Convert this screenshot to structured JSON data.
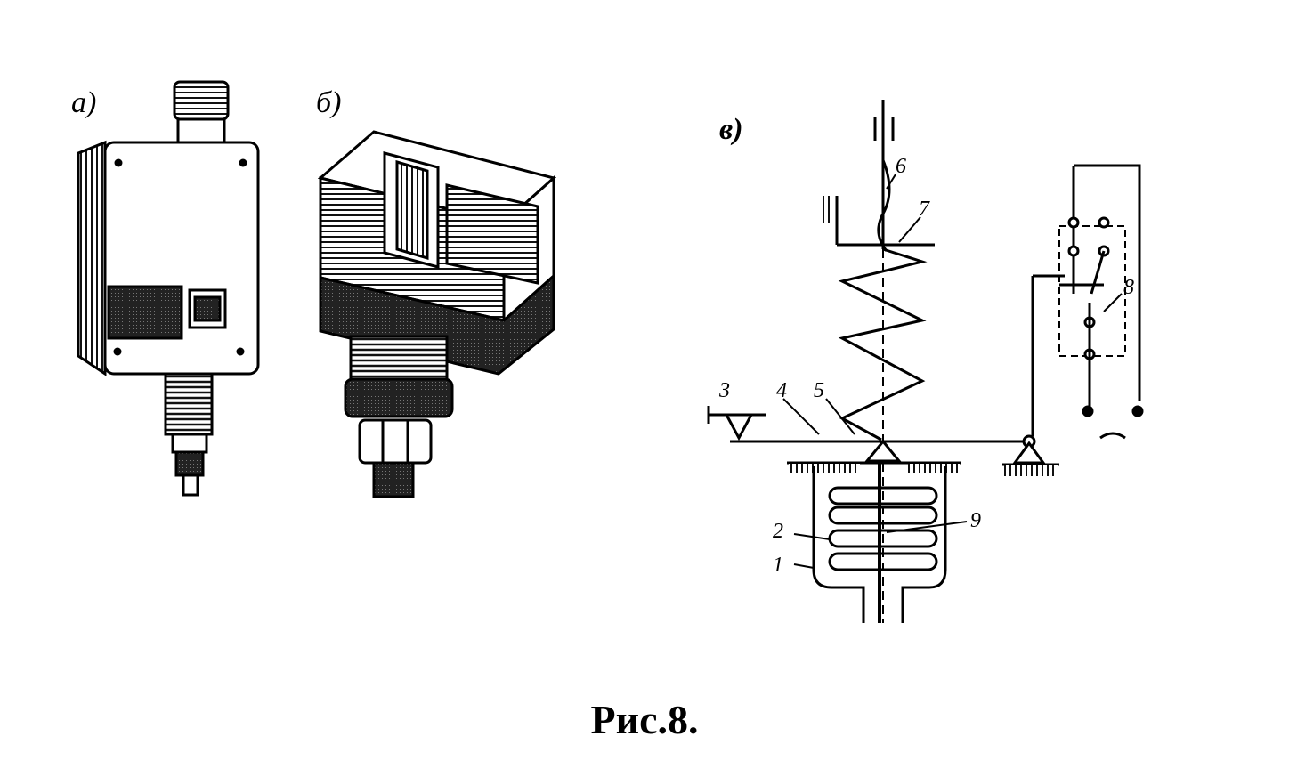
{
  "panels": {
    "a": {
      "label": "а)"
    },
    "b": {
      "label": "б)"
    },
    "v": {
      "label": "в)"
    }
  },
  "callouts": {
    "n1": "1",
    "n2": "2",
    "n3": "3",
    "n4": "4",
    "n5": "5",
    "n6": "6",
    "n7": "7",
    "n8": "8",
    "n9": "9"
  },
  "caption": "Рис.8.",
  "colors": {
    "ink": "#000000",
    "paper": "#ffffff",
    "shade": "#3a3a3a"
  }
}
